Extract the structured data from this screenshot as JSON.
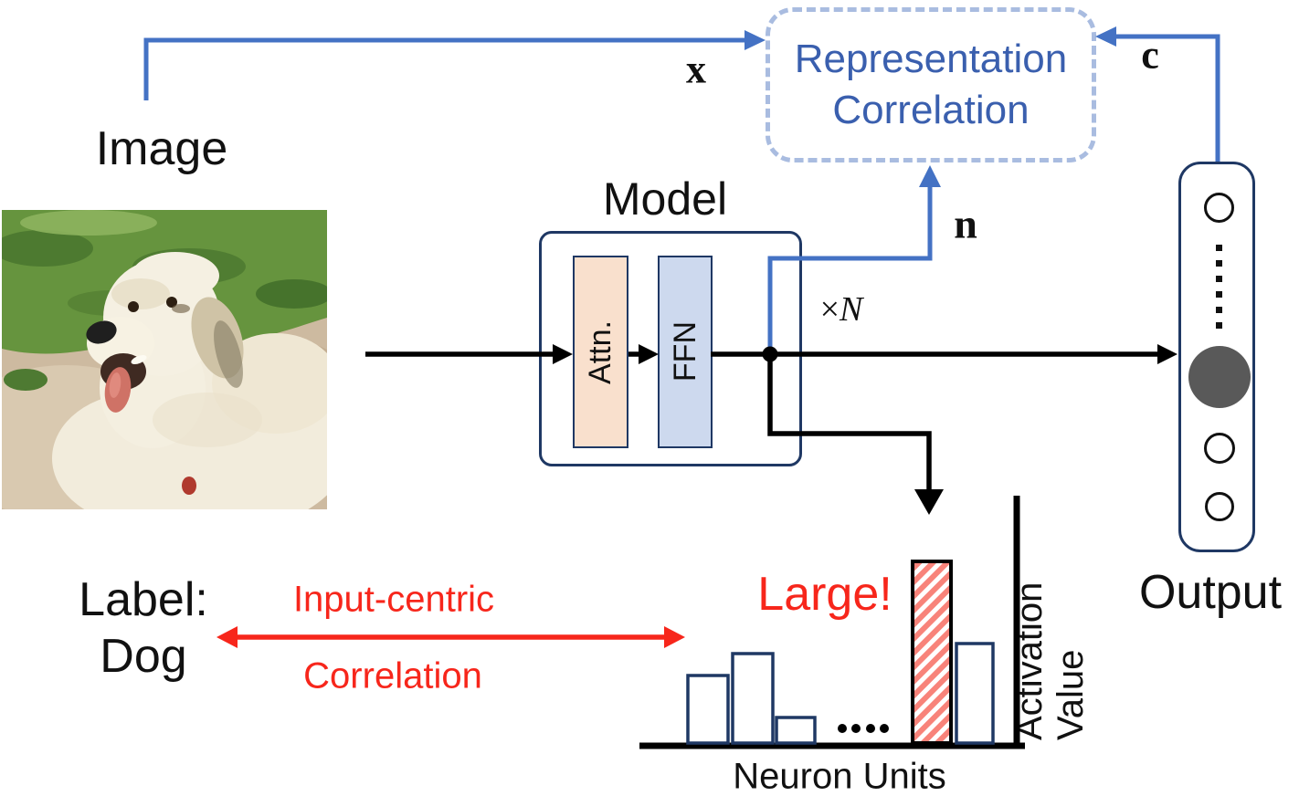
{
  "labels": {
    "image": "Image",
    "model": "Model",
    "attn": "Attn.",
    "ffn": "FFN",
    "times": "×",
    "n_var": "N",
    "repr_line1": "Representation",
    "repr_line2": "Correlation",
    "x_vec": "x",
    "n_vec": "n",
    "c_vec": "c",
    "output": "Output",
    "label_line1": "Label:",
    "label_line2": "Dog",
    "input_centric_line1": "Input-centric",
    "input_centric_line2": "Correlation",
    "large": "Large!",
    "neuron_units": "Neuron Units",
    "activation_value": "Activation Value"
  },
  "colors": {
    "blue_arrow": "#4472c4",
    "blue_text": "#3a5fae",
    "dashed_border": "#a9bce0",
    "navy_border": "#1f3864",
    "attn_fill": "#f9e0cd",
    "ffn_fill": "#cdd9ee",
    "red": "#f7261b",
    "hatch_red": "#f8837a",
    "gray_node": "#595959",
    "black": "#000000"
  },
  "chart_data": {
    "type": "bar",
    "title": "",
    "xlabel": "Neuron Units",
    "ylabel": "Activation Value",
    "ylim": [
      0,
      1
    ],
    "grid": false,
    "numeric_tick_labels": false,
    "annotation": "Large!",
    "bars": [
      {
        "rel_value": 0.37,
        "style": "outline"
      },
      {
        "rel_value": 0.49,
        "style": "outline"
      },
      {
        "rel_value": 0.14,
        "style": "outline"
      },
      {
        "rel_value": null,
        "style": "ellipsis"
      },
      {
        "rel_value": 1.0,
        "style": "red-hatched",
        "annotation": "Large!"
      },
      {
        "rel_value": 0.55,
        "style": "outline"
      }
    ]
  }
}
